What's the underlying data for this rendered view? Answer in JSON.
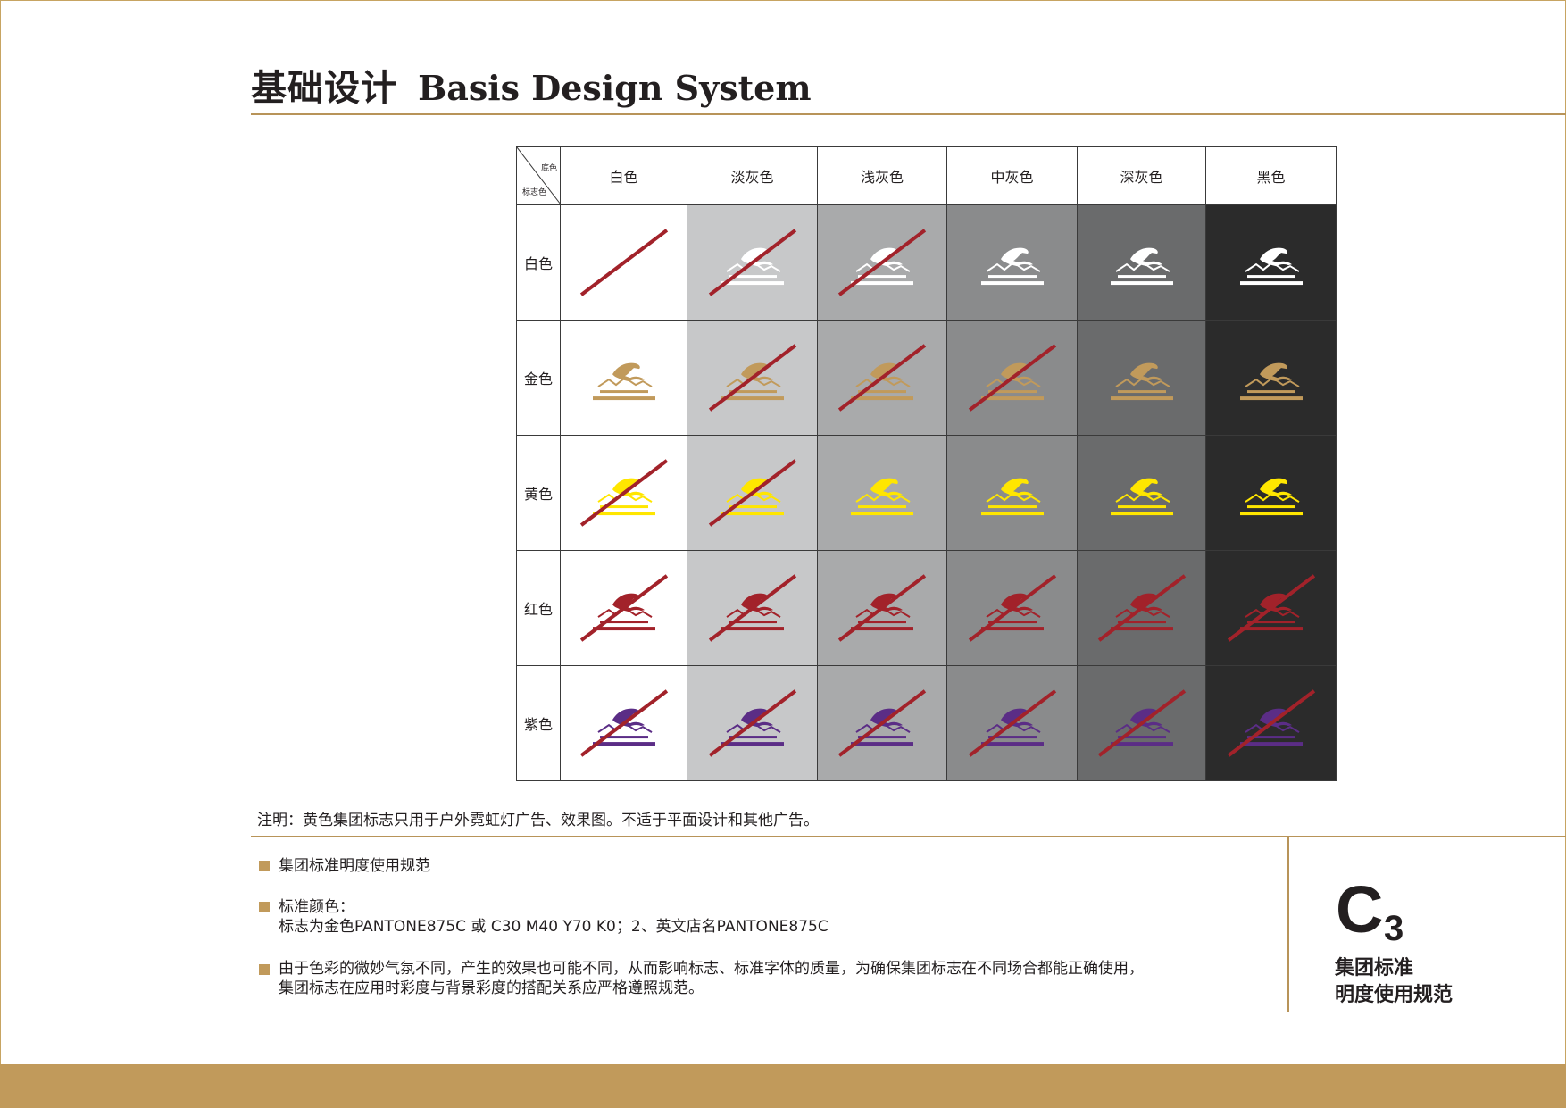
{
  "header": {
    "title_cn": "基础设计",
    "title_en": "Basis Design System"
  },
  "matrix": {
    "corner_bg_label": "底色",
    "corner_logo_label": "标志色",
    "columns": [
      {
        "label": "白色",
        "bg": "#ffffff"
      },
      {
        "label": "淡灰色",
        "bg": "#c7c8c9"
      },
      {
        "label": "浅灰色",
        "bg": "#a9aaab"
      },
      {
        "label": "中灰色",
        "bg": "#8a8b8c"
      },
      {
        "label": "深灰色",
        "bg": "#6a6b6c"
      },
      {
        "label": "黑色",
        "bg": "#2b2b2b"
      }
    ],
    "rows": [
      {
        "label": "白色",
        "color": "#ffffff",
        "crossed": [
          true,
          true,
          true,
          false,
          false,
          false
        ]
      },
      {
        "label": "金色",
        "color": "#c19a5b",
        "crossed": [
          false,
          true,
          true,
          true,
          false,
          false
        ]
      },
      {
        "label": "黄色",
        "color": "#ffe600",
        "crossed": [
          true,
          true,
          false,
          false,
          false,
          false
        ]
      },
      {
        "label": "红色",
        "color": "#a2222a",
        "crossed": [
          true,
          true,
          true,
          true,
          true,
          true
        ]
      },
      {
        "label": "紫色",
        "color": "#5b2d86",
        "crossed": [
          true,
          true,
          true,
          true,
          true,
          true
        ]
      }
    ]
  },
  "note": "注明：黄色集团标志只用于户外霓虹灯广告、效果图。不适于平面设计和其他广告。",
  "sections": {
    "s1_title": "集团标准明度使用规范",
    "s2_title": "标准颜色：",
    "s2_body": "标志为金色PANTONE875C 或 C30 M40 Y70 K0；2、英文店名PANTONE875C",
    "s3_line1": "由于色彩的微妙气氛不同，产生的效果也可能不同，从而影响标志、标准字体的质量，为确保集团标志在不同场合都能正确使用，",
    "s3_line2": "集团标志在应用时彩度与背景彩度的搭配关系应严格遵照规范。"
  },
  "code": {
    "letter": "C",
    "number": "3",
    "caption_line1": "集团标准",
    "caption_line2": "明度使用规范"
  },
  "colors": {
    "accent_gold": "#c19a5b",
    "cross_red": "#a2222a"
  }
}
